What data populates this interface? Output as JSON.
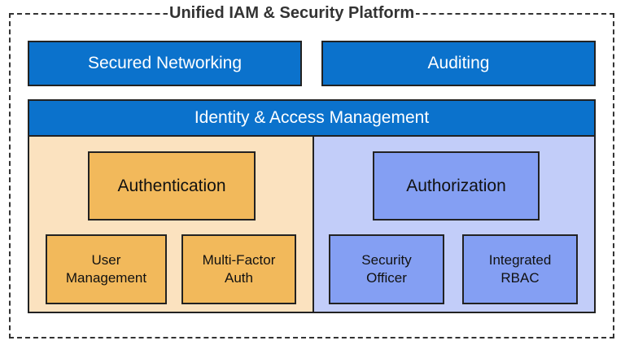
{
  "title": "Unified IAM & Security Platform",
  "top_boxes": {
    "secured_networking": "Secured Networking",
    "auditing": "Auditing"
  },
  "iam": {
    "header": "Identity & Access Management",
    "authentication": {
      "label": "Authentication",
      "children": [
        "User\nManagement",
        "Multi-Factor\nAuth"
      ]
    },
    "authorization": {
      "label": "Authorization",
      "children": [
        "Security\nOfficer",
        "Integrated\nRBAC"
      ]
    }
  },
  "colors": {
    "primary_blue": "#0b72cc",
    "auth_panel_bg": "#fbe2bf",
    "auth_box": "#f2b95b",
    "authz_panel_bg": "#c2cdf9",
    "authz_box": "#849ff3"
  }
}
